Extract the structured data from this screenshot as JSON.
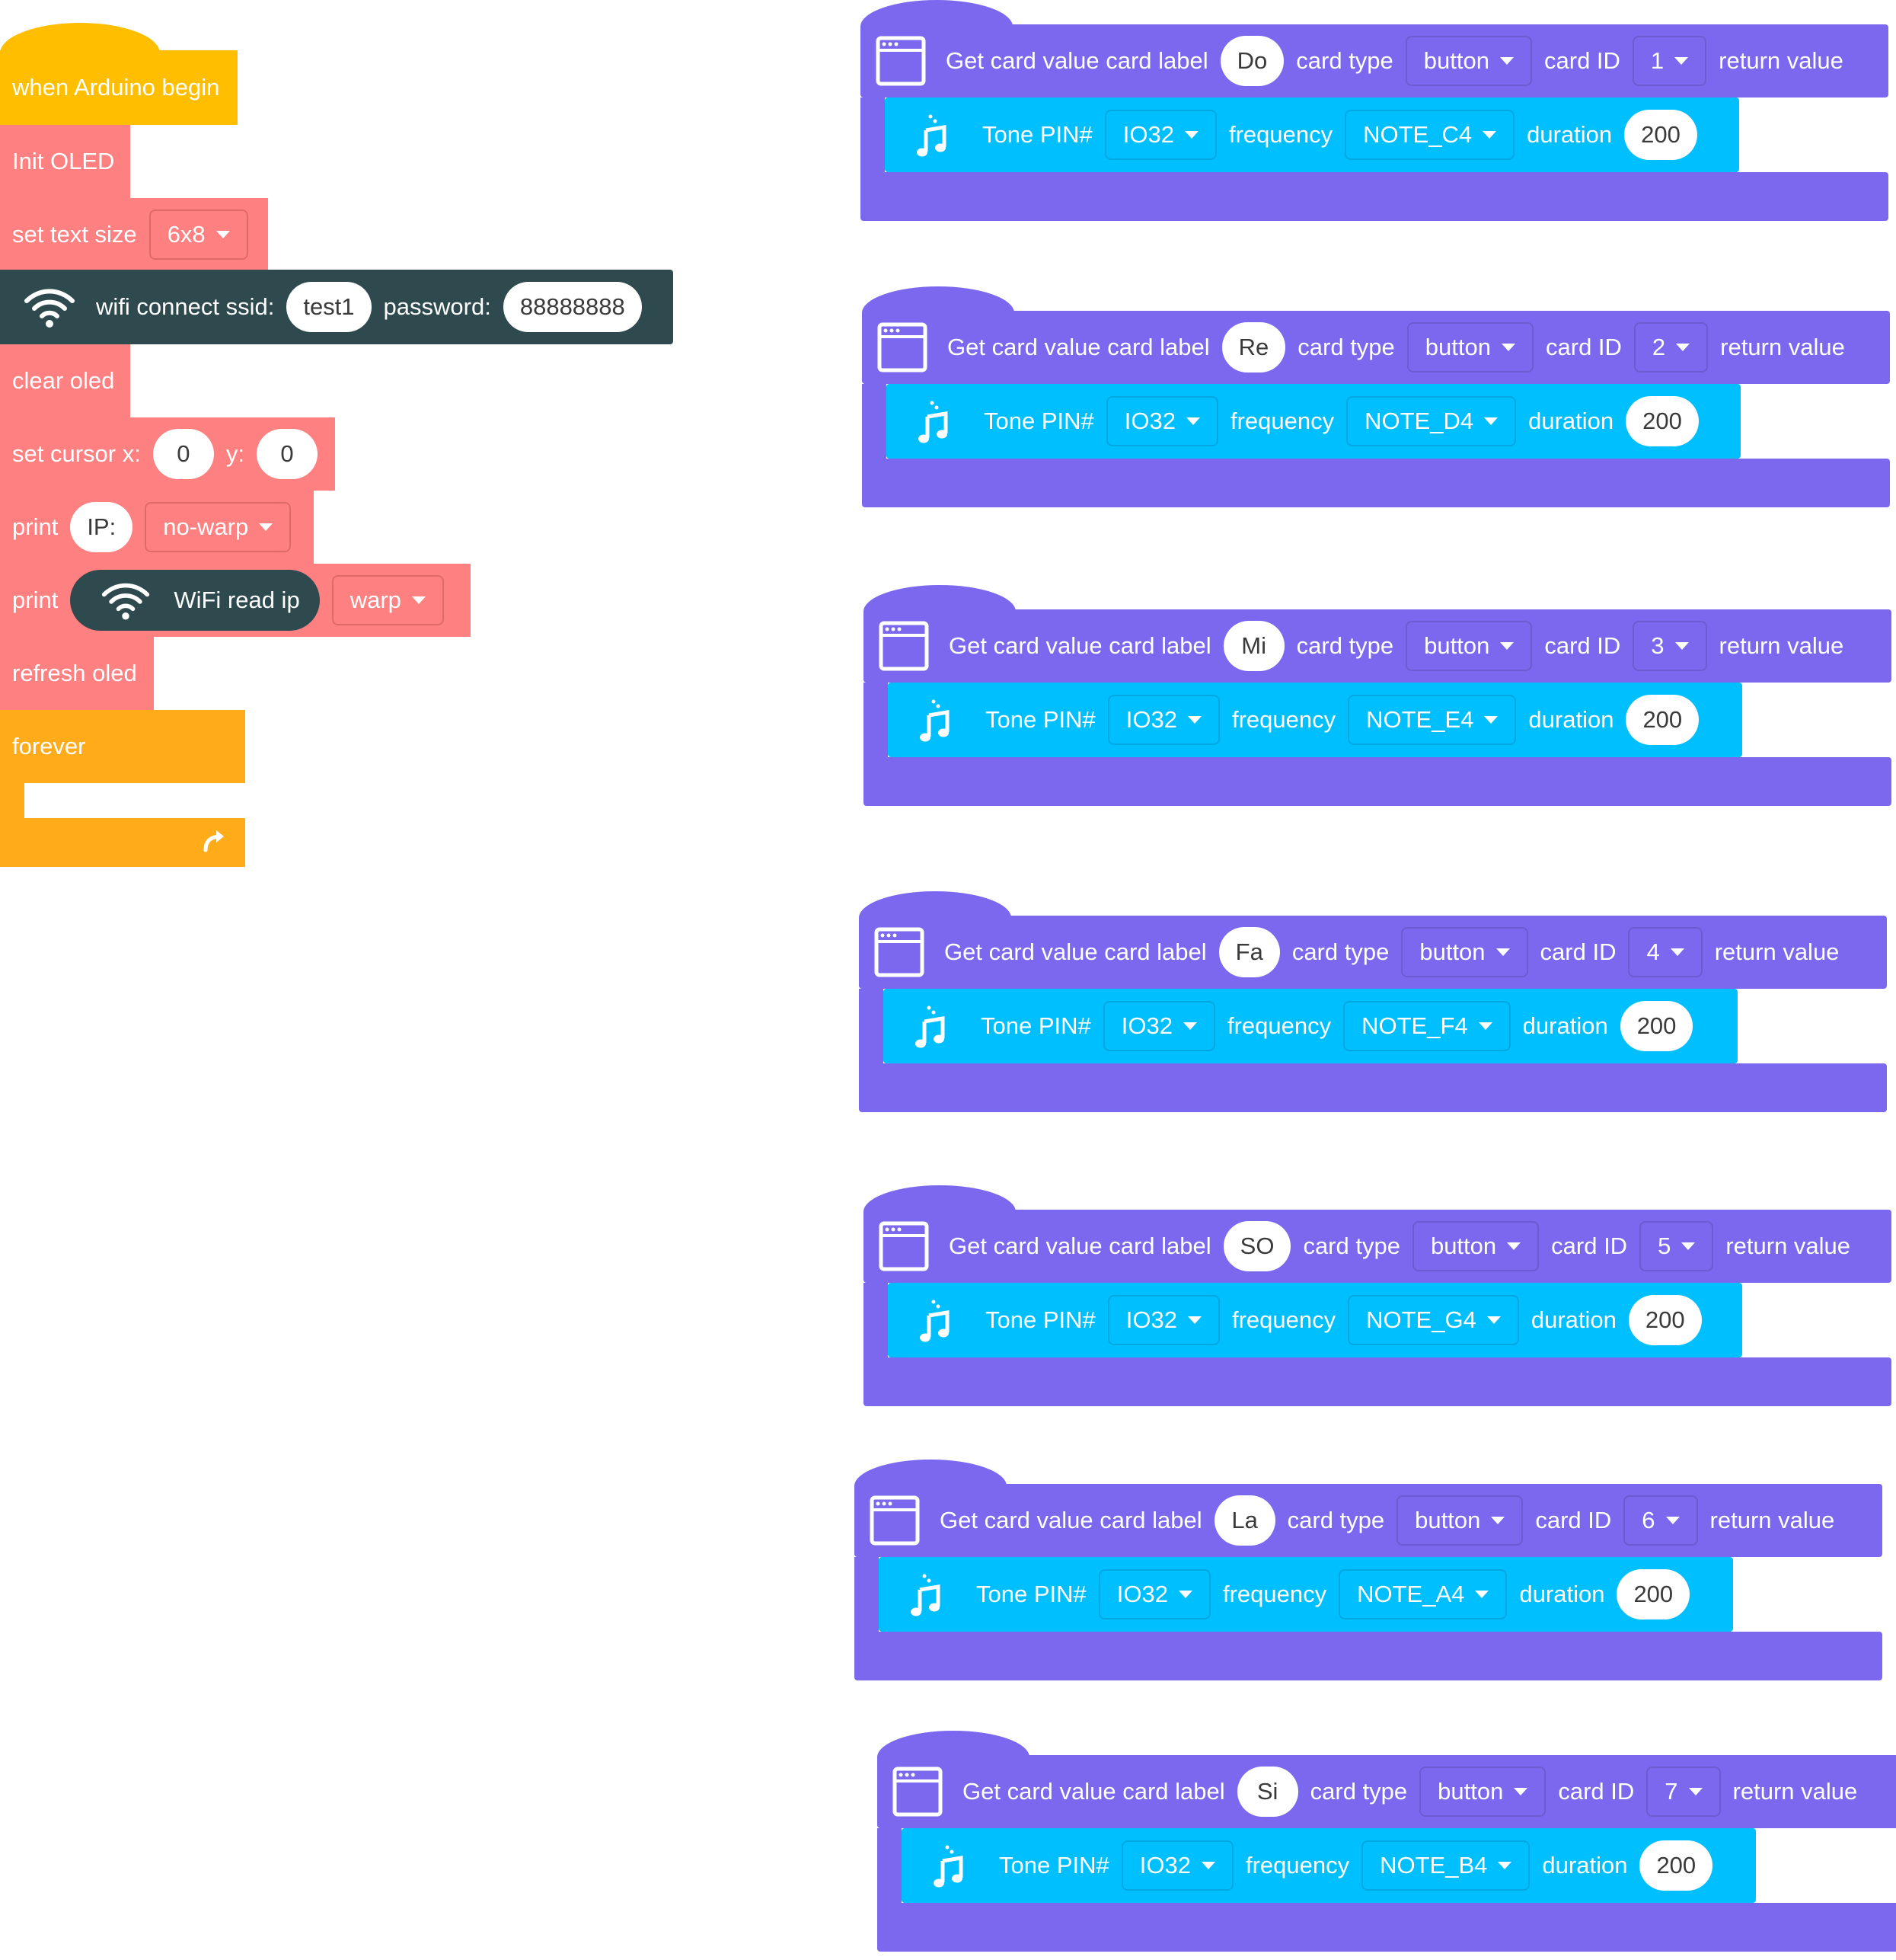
{
  "left": {
    "hat_label": "when Arduino begin",
    "init_oled": "Init OLED",
    "set_text_size_label": "set text size",
    "set_text_size_value": "6x8",
    "wifi_label": "wifi connect ssid:",
    "wifi_ssid": "test1",
    "wifi_password_label": "password:",
    "wifi_password": "88888888",
    "clear_oled": "clear oled",
    "set_cursor_label": "set cursor x:",
    "cursor_x": "0",
    "cursor_y_label": "y:",
    "cursor_y": "0",
    "print1_label": "print",
    "print1_text": "IP:",
    "print1_mode": "no-warp",
    "print2_label": "print",
    "print2_reporter": "WiFi read ip",
    "print2_mode": "warp",
    "refresh_oled": "refresh oled",
    "forever": "forever"
  },
  "common": {
    "get_label": "Get card value card label",
    "card_type": "card type",
    "card_id": "card ID",
    "return_value": "return value",
    "tone_pin": "Tone PIN#",
    "frequency": "frequency",
    "duration": "duration"
  },
  "cards": [
    {
      "label": "Do",
      "type": "button",
      "id": "1",
      "pin": "IO32",
      "note": "NOTE_C4",
      "duration": "200"
    },
    {
      "label": "Re",
      "type": "button",
      "id": "2",
      "pin": "IO32",
      "note": "NOTE_D4",
      "duration": "200"
    },
    {
      "label": "Mi",
      "type": "button",
      "id": "3",
      "pin": "IO32",
      "note": "NOTE_E4",
      "duration": "200"
    },
    {
      "label": "Fa",
      "type": "button",
      "id": "4",
      "pin": "IO32",
      "note": "NOTE_F4",
      "duration": "200"
    },
    {
      "label": "SO",
      "type": "button",
      "id": "5",
      "pin": "IO32",
      "note": "NOTE_G4",
      "duration": "200"
    },
    {
      "label": "La",
      "type": "button",
      "id": "6",
      "pin": "IO32",
      "note": "NOTE_A4",
      "duration": "200"
    },
    {
      "label": "Si",
      "type": "button",
      "id": "7",
      "pin": "IO32",
      "note": "NOTE_B4",
      "duration": "200"
    }
  ],
  "colors": {
    "event_yellow": "#FFBF00",
    "oled_salmon": "#FF8080",
    "wifi_dark": "#2F4A4F",
    "control_orange": "#FFAB1A",
    "card_purple": "#7B68EE",
    "tone_cyan": "#00BFFF"
  }
}
